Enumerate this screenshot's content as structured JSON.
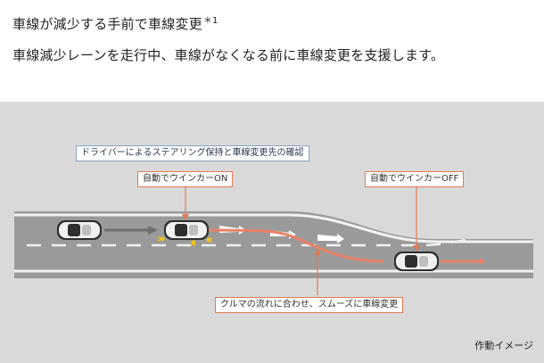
{
  "header": {
    "title": "車線が減少する手前で車線変更",
    "title_footnote": "＊1",
    "subtitle": "車線減少レーンを走行中、車線がなくなる前に車線変更を支援します。"
  },
  "diagram": {
    "top_note": "ドライバーによるステアリング保持と車線変更先の確認",
    "callout_on": "自動でウインカーON",
    "callout_off": "自動でウインカーOFF",
    "callout_merge": "クルマの流れに合わせ、スムーズに車線変更",
    "colors": {
      "road": "#9a9a9a",
      "road_edge": "#f4f4f4",
      "trajectory": "#e98067",
      "callout_border": "#e07a55",
      "note_border": "#8aa3c4",
      "blinker": "#f3c318"
    }
  },
  "footer": {
    "caption": "作動イメージ"
  }
}
